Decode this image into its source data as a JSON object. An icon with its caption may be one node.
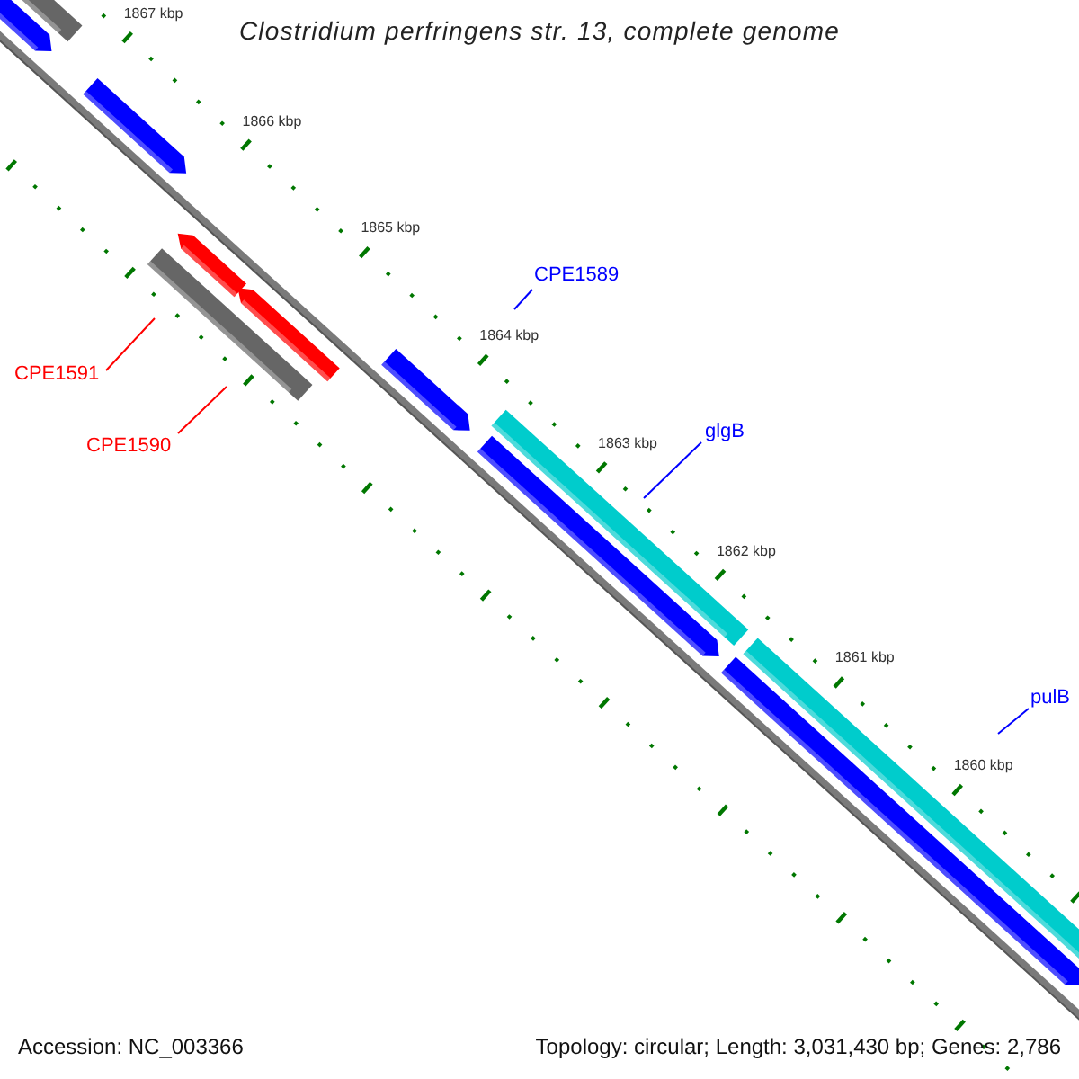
{
  "diagram": {
    "title": "Clostridium perfringens str. 13, complete genome",
    "nodes": [
      {
        "text": [
          "CPE1591"
        ]
      },
      {
        "text": [
          "CPE1590"
        ]
      },
      {
        "text": [
          "CPE1589"
        ]
      },
      {
        "text": [
          "glgB"
        ]
      },
      {
        "text": [
          "pulB"
        ]
      }
    ],
    "edges": [
      {
        "from": 0,
        "to": null,
        "arrow": "none",
        "color": "#ff0000"
      },
      {
        "from": 1,
        "to": null,
        "arrow": "none",
        "color": "#ff0000"
      },
      {
        "from": 2,
        "to": null,
        "arrow": "none"
      },
      {
        "from": 3,
        "to": null,
        "arrow": "none"
      },
      {
        "from": 4,
        "to": null,
        "arrow": "none"
      }
    ],
    "labels": [
      "1867 kbp",
      "1866 kbp",
      "1865 kbp",
      "1864 kbp",
      "1863 kbp",
      "1862 kbp",
      "1861 kbp",
      "1860 kbp",
      "Accession: NC_003366",
      "Topology: circular; Length: 3,031,430 bp; Genes: 2,786"
    ]
  }
}
